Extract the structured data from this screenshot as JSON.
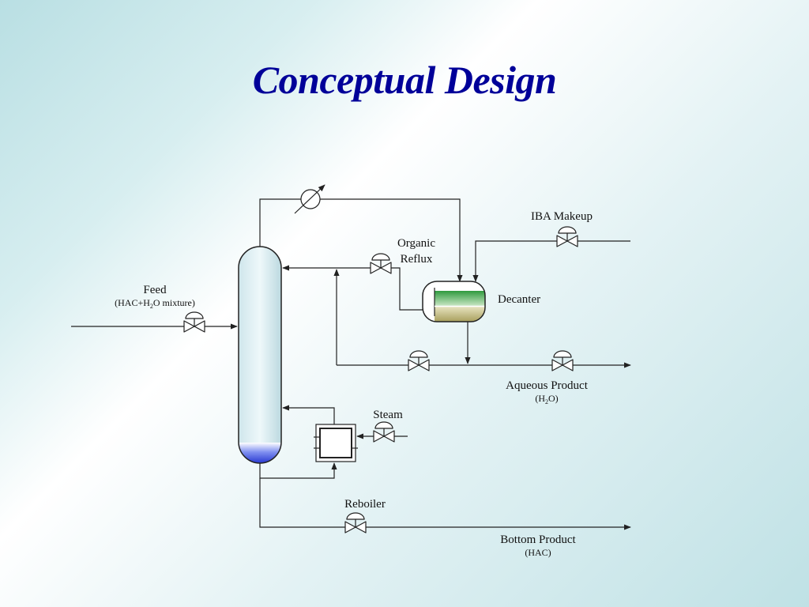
{
  "slide": {
    "title": "Conceptual Design"
  },
  "labels": {
    "feed": "Feed",
    "feed_sub_pre": "(HAC+H",
    "feed_sub_num": "2",
    "feed_sub_post": "O mixture)",
    "organic_reflux_1": "Organic",
    "organic_reflux_2": "Reflux",
    "iba_makeup": "IBA Makeup",
    "decanter": "Decanter",
    "aqueous_product": "Aqueous Product",
    "aqueous_sub_pre": "(H",
    "aqueous_sub_num": "2",
    "aqueous_sub_post": "O)",
    "steam": "Steam",
    "reboiler": "Reboiler",
    "bottom_product": "Bottom Product",
    "bottom_sub": "(HAC)"
  },
  "colors": {
    "title": "#000099",
    "column_liquid": "#2233dd",
    "organic_phase": "#3aa04a",
    "aqueous_phase": "#b8b070"
  }
}
